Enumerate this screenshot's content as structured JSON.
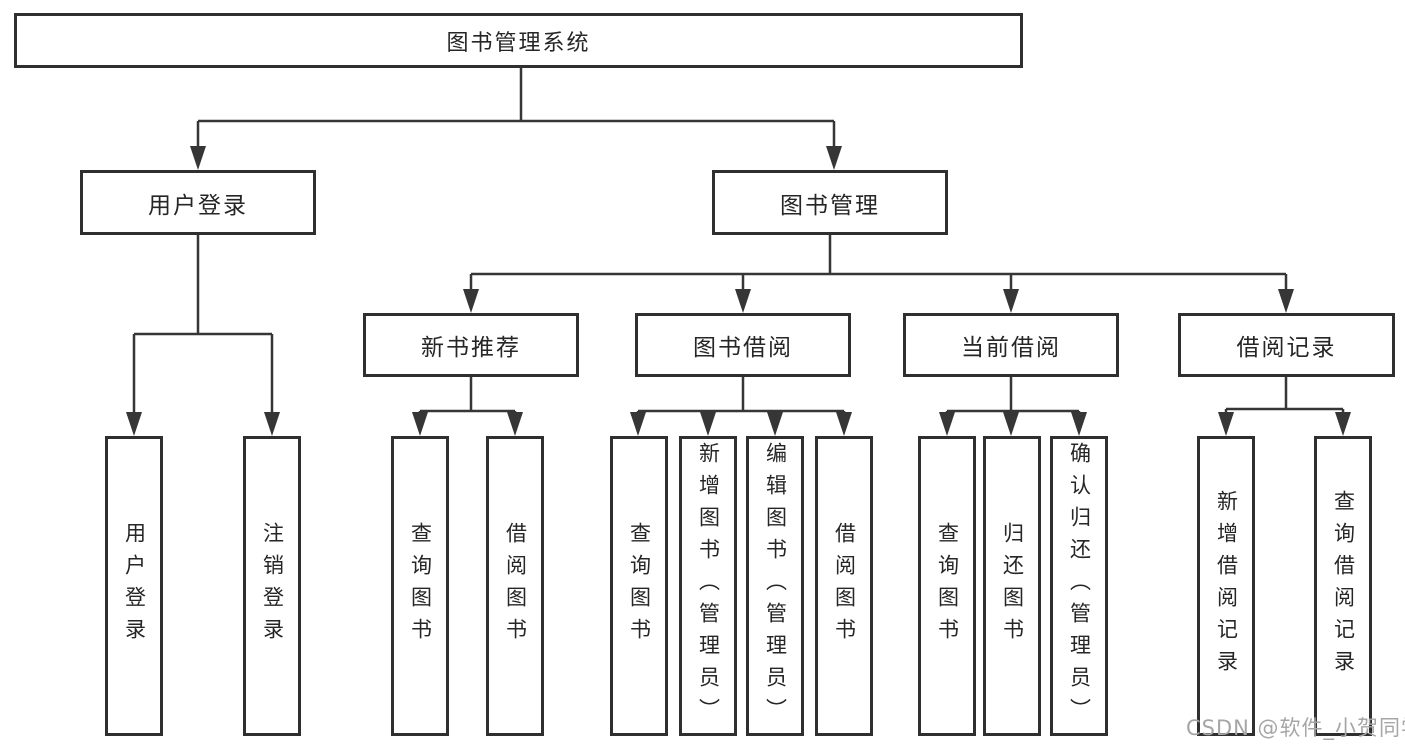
{
  "diagram_title": "图书管理系统",
  "colors": {
    "line": "#363636",
    "box_border": "#2f2f2f",
    "box_fill": "#ffffff",
    "text": "#262626",
    "watermark": "#a6a6a6"
  },
  "tree": {
    "root": {
      "label": "图书管理系统",
      "children": [
        {
          "label": "用户登录",
          "children": [
            {
              "label": "用户登录"
            },
            {
              "label": "注销登录"
            }
          ]
        },
        {
          "label": "图书管理",
          "children": [
            {
              "label": "新书推荐",
              "children": [
                {
                  "label": "查询图书"
                },
                {
                  "label": "借阅图书"
                }
              ]
            },
            {
              "label": "图书借阅",
              "children": [
                {
                  "label": "查询图书"
                },
                {
                  "label": "新增图书（管理员）"
                },
                {
                  "label": "编辑图书（管理员）"
                },
                {
                  "label": "借阅图书"
                }
              ]
            },
            {
              "label": "当前借阅",
              "children": [
                {
                  "label": "查询图书"
                },
                {
                  "label": "归还图书"
                },
                {
                  "label": "确认归还（管理员）"
                }
              ]
            },
            {
              "label": "借阅记录",
              "children": [
                {
                  "label": "新增借阅记录"
                },
                {
                  "label": "查询借阅记录"
                }
              ]
            }
          ]
        }
      ]
    }
  },
  "watermark": {
    "text": "CSDN @软件_小贺同学"
  }
}
